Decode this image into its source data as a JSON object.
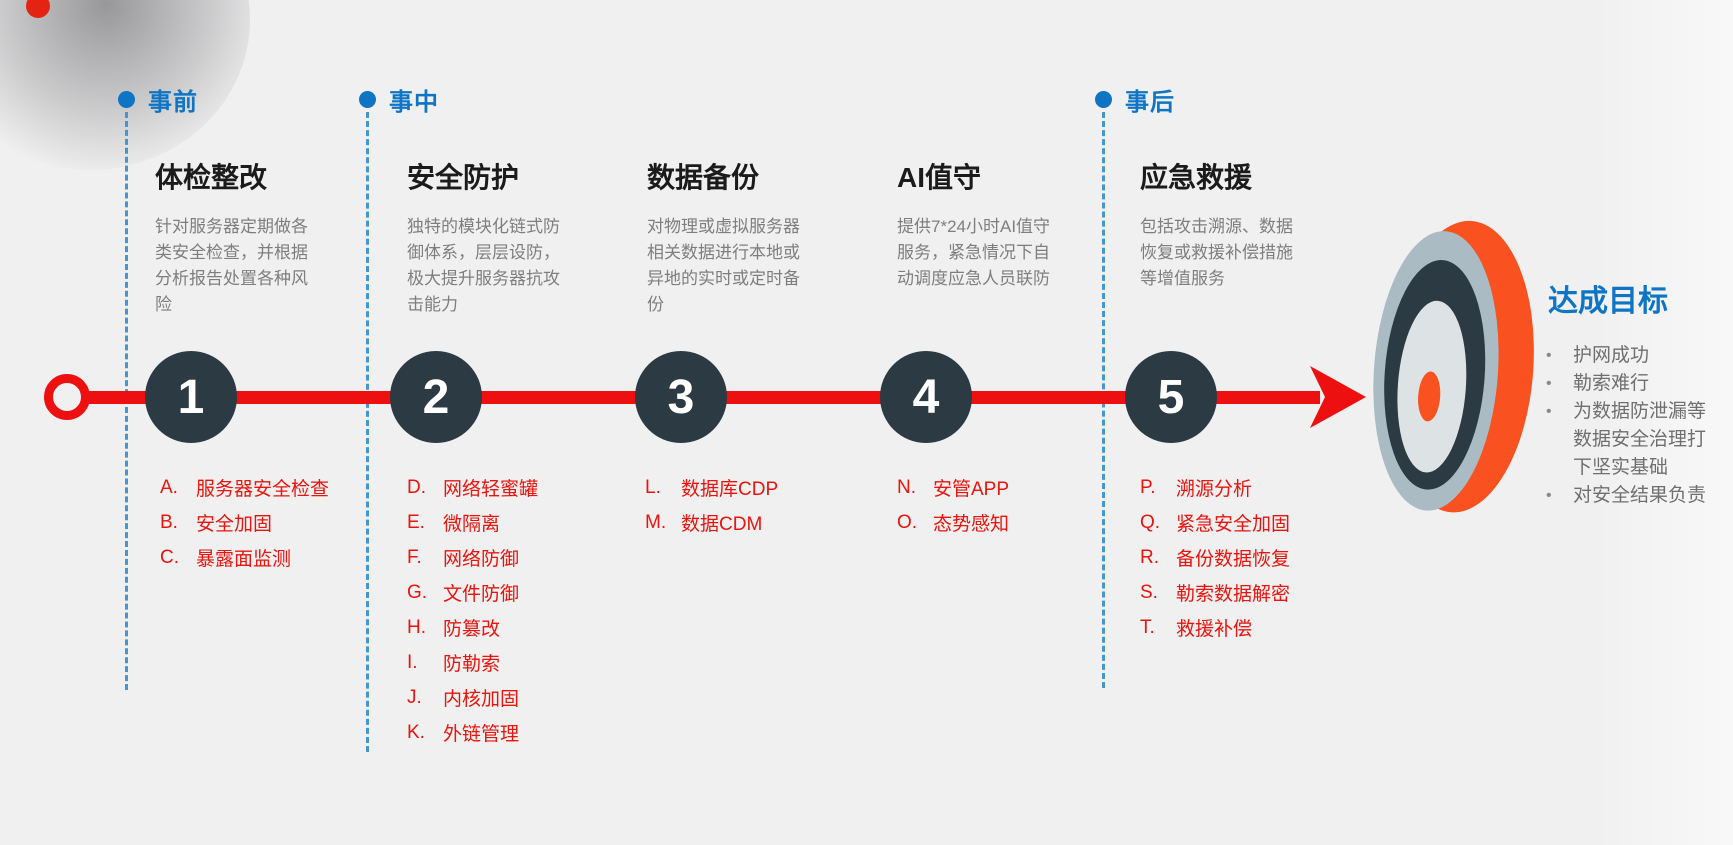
{
  "colors": {
    "background": "#f0f0f1",
    "accent_blue": "#0e74c4",
    "timeline_red": "#ee1010",
    "list_red": "#e8140d",
    "circle_dark": "#2c3a43",
    "target_orange": "#f9511f",
    "body_gray": "#7e7e7e"
  },
  "phases": [
    {
      "label": "事前"
    },
    {
      "label": "事中"
    },
    {
      "label": "事后"
    }
  ],
  "columns": [
    {
      "number": "1",
      "title": "体检整改",
      "desc": "针对服务器定期做各类安全检查，并根据分析报告处置各种风险",
      "items": [
        {
          "key": "A.",
          "label": "服务器安全检查"
        },
        {
          "key": "B.",
          "label": "安全加固"
        },
        {
          "key": "C.",
          "label": "暴露面监测"
        }
      ]
    },
    {
      "number": "2",
      "title": "安全防护",
      "desc": "独特的模块化链式防御体系，层层设防，极大提升服务器抗攻击能力",
      "items": [
        {
          "key": "D.",
          "label": "网络轻蜜罐"
        },
        {
          "key": "E.",
          "label": "微隔离"
        },
        {
          "key": "F.",
          "label": "网络防御"
        },
        {
          "key": "G.",
          "label": "文件防御"
        },
        {
          "key": "H.",
          "label": "防篡改"
        },
        {
          "key": "I.",
          "label": "防勒索"
        },
        {
          "key": "J.",
          "label": "内核加固"
        },
        {
          "key": "K.",
          "label": "外链管理"
        }
      ]
    },
    {
      "number": "3",
      "title": "数据备份",
      "desc": "对物理或虚拟服务器相关数据进行本地或异地的实时或定时备份",
      "items": [
        {
          "key": "L.",
          "label": "数据库CDP"
        },
        {
          "key": "M.",
          "label": "数据CDM"
        }
      ]
    },
    {
      "number": "4",
      "title": "AI值守",
      "desc": "提供7*24小时AI值守服务，紧急情况下自动调度应急人员联防",
      "items": [
        {
          "key": "N.",
          "label": "安管APP"
        },
        {
          "key": "O.",
          "label": "态势感知"
        }
      ]
    },
    {
      "number": "5",
      "title": "应急救援",
      "desc": "包括攻击溯源、数据恢复或救援补偿措施等增值服务",
      "items": [
        {
          "key": "P.",
          "label": "溯源分析"
        },
        {
          "key": "Q.",
          "label": "紧急安全加固"
        },
        {
          "key": "R.",
          "label": "备份数据恢复"
        },
        {
          "key": "S.",
          "label": "勒索数据解密"
        },
        {
          "key": "T.",
          "label": "救援补偿"
        }
      ]
    }
  ],
  "goal": {
    "title": "达成目标",
    "bullets": [
      "护网成功",
      "勒索难行",
      "为数据防泄漏等数据安全治理打下坚实基础",
      "对安全结果负责"
    ],
    "bullet_marker": "•"
  }
}
